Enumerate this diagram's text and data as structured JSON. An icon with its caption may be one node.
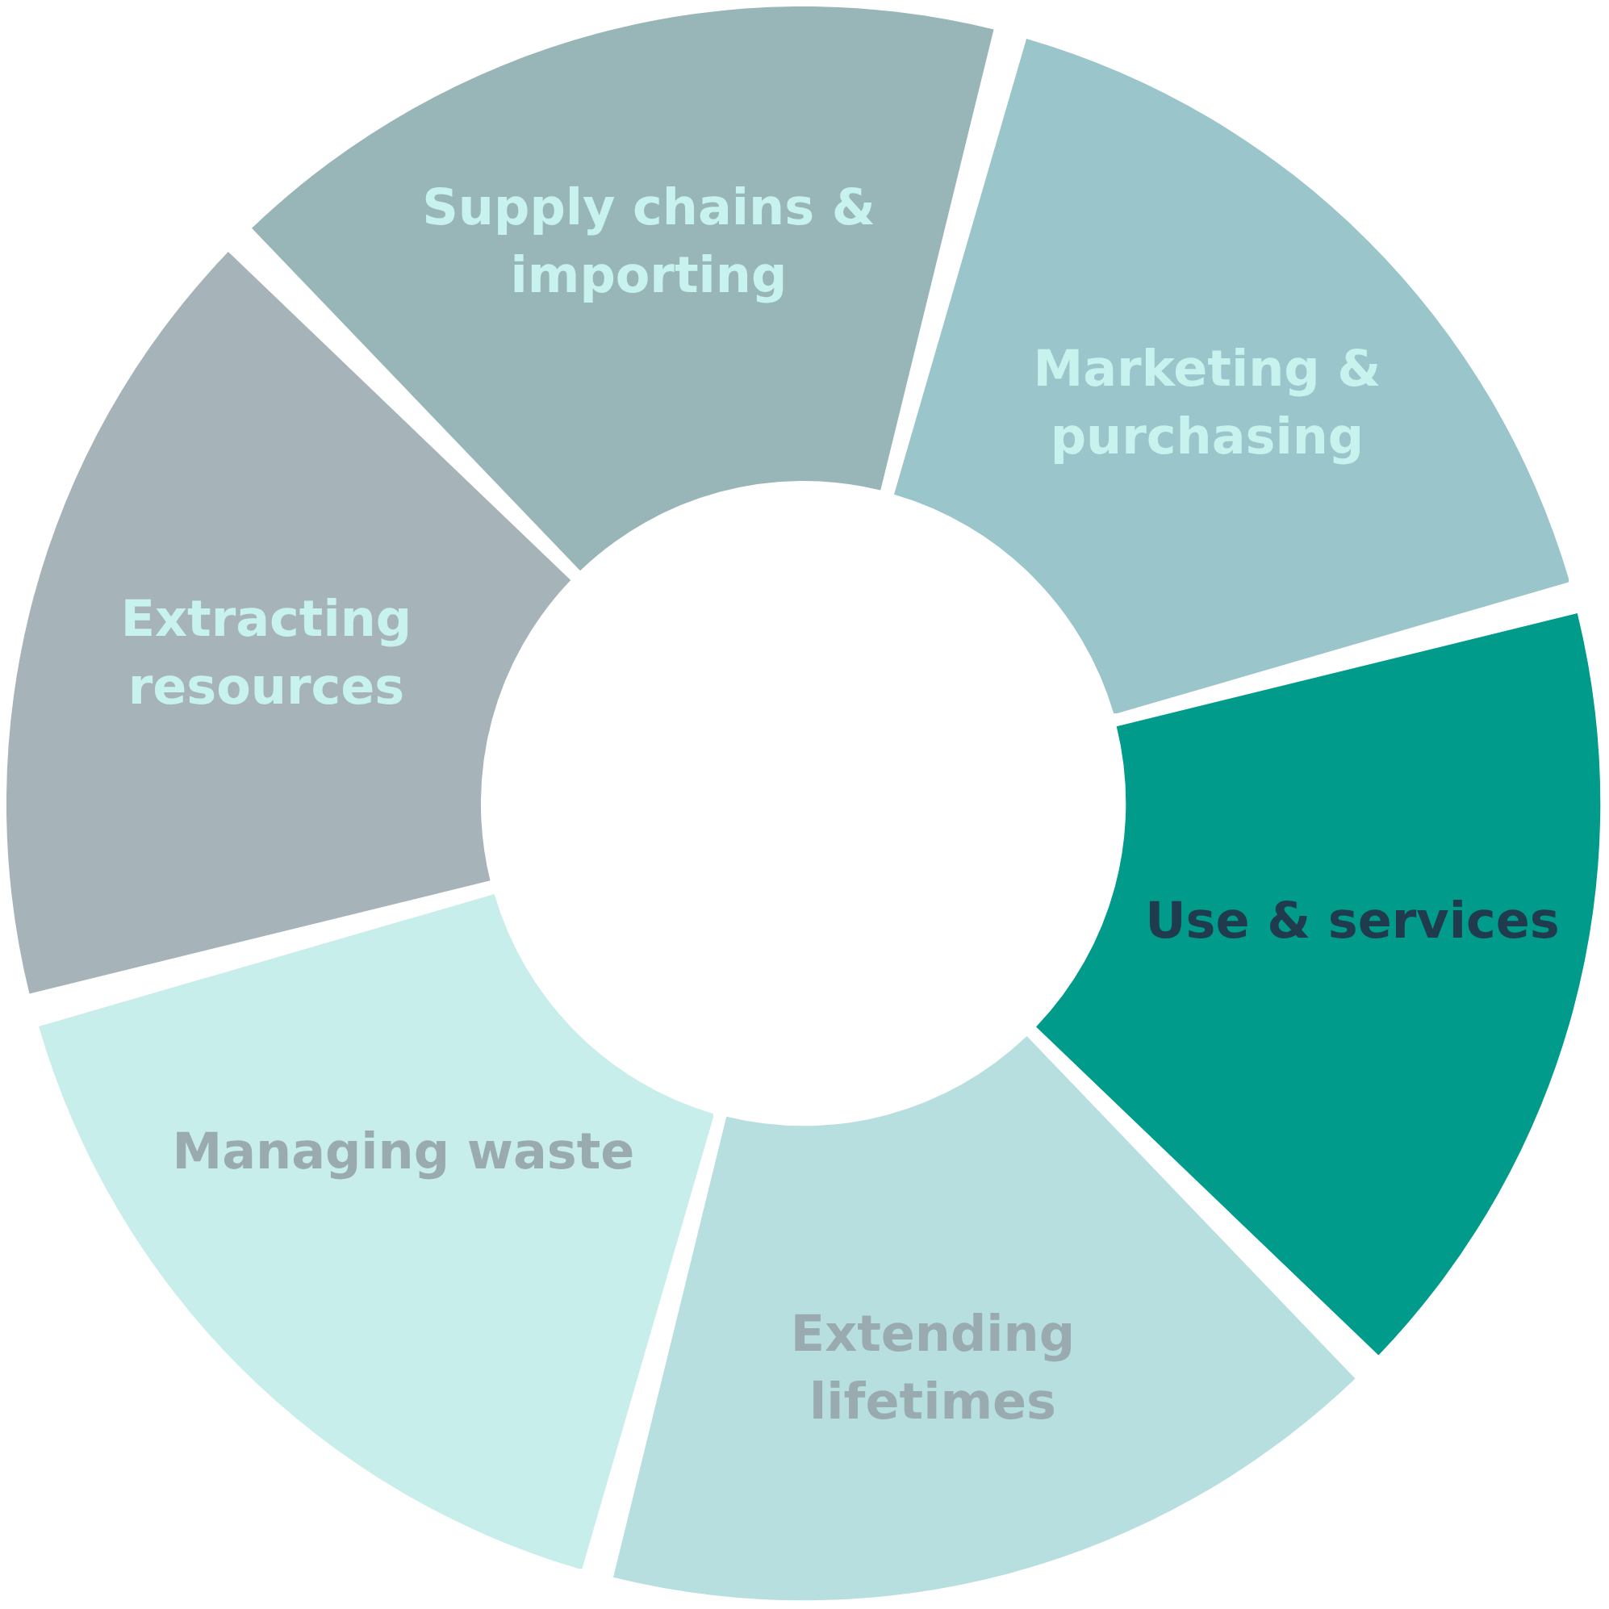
{
  "diagram": {
    "nodes": [
      {
        "text": [
          "Extracting resources"
        ]
      },
      {
        "text": [
          "Supply chains & importing"
        ]
      },
      {
        "text": [
          "Marketing & purchasing"
        ]
      },
      {
        "text": [
          "Use & services"
        ]
      },
      {
        "text": [
          "Extending lifetimes"
        ]
      },
      {
        "text": [
          "Managing waste"
        ]
      }
    ]
  }
}
